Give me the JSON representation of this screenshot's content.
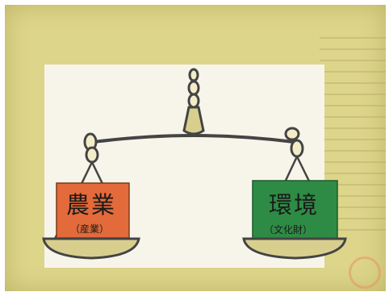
{
  "scale": {
    "left_box": {
      "title": "農業",
      "subtitle": "（産業）",
      "color": "#e36a3a"
    },
    "right_box": {
      "title": "環境",
      "subtitle": "（文化財）",
      "color": "#2e8b45"
    }
  },
  "colors": {
    "background": "#ddd58a",
    "panel": "#f7f5ea",
    "pan": "#d8cf8e",
    "metal": "#444444"
  }
}
